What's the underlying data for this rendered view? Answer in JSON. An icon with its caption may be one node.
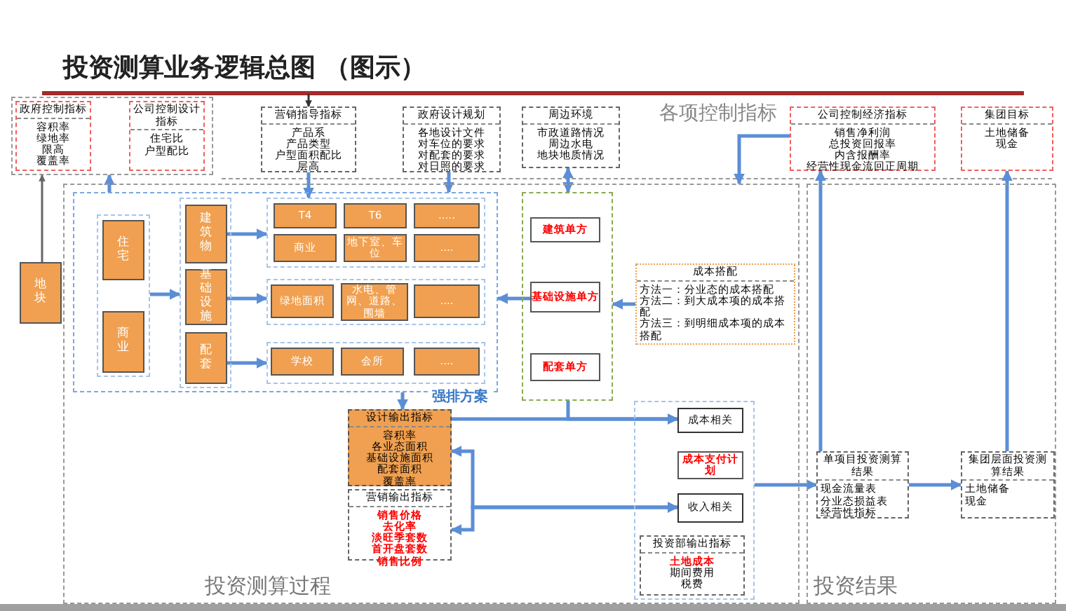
{
  "diagram": {
    "title": "投资测算业务逻辑总图 （图示）",
    "nodes": [
      {
        "text": [],
        "shape": "box"
      },
      {
        "text": [
          "政府控制指标",
          "容积率",
          "绿地率",
          "限高",
          "覆盖率"
        ],
        "in": 0
      },
      {
        "text": [
          "公司控制设计指标",
          "住宅比",
          "户型配比"
        ],
        "in": 0
      },
      {
        "text": [
          "营销指导指标",
          "产品系",
          "产品类型",
          "户型面积配比",
          "层高"
        ]
      },
      {
        "text": [
          "政府设计规划",
          "各地设计文件",
          "对车位的要求",
          "对配套的要求",
          "对日照的要求"
        ]
      },
      {
        "text": [
          "周边环境",
          "市政道路情况",
          "周边水电",
          "地块地质情况"
        ]
      },
      {
        "text": [
          "公司控制经济指标",
          "销售净利润",
          "总投资回报率",
          "内含报酬率",
          "经营性现金流回正周期"
        ]
      },
      {
        "text": [
          "集团目标",
          "土地储备",
          "现金"
        ]
      },
      {
        "text": [
          "投资测算过程"
        ]
      },
      {
        "text": [
          "地块"
        ]
      },
      {
        "text": [
          "强排方案"
        ],
        "in": 8
      },
      {
        "text": [],
        "shape": "box",
        "in": 10
      },
      {
        "text": [
          "住宅"
        ],
        "in": 11
      },
      {
        "text": [
          "商业"
        ],
        "in": 11
      },
      {
        "text": [],
        "shape": "box",
        "in": 10
      },
      {
        "text": [
          "建筑物"
        ],
        "in": 14
      },
      {
        "text": [
          "基础设施"
        ],
        "in": 14
      },
      {
        "text": [
          "配套"
        ],
        "in": 14
      },
      {
        "text": [],
        "shape": "box",
        "in": 10
      },
      {
        "text": [
          "T4"
        ],
        "in": 18
      },
      {
        "text": [
          "T6"
        ],
        "in": 18
      },
      {
        "text": [
          "....."
        ],
        "in": 18
      },
      {
        "text": [
          "商业"
        ],
        "in": 18
      },
      {
        "text": [
          "地下室、车位"
        ],
        "in": 18
      },
      {
        "text": [
          "...."
        ],
        "in": 18
      },
      {
        "text": [],
        "shape": "box",
        "in": 10
      },
      {
        "text": [
          "绿地面积"
        ],
        "in": 25
      },
      {
        "text": [
          "水电、管网、道路、围墙"
        ],
        "in": 25
      },
      {
        "text": [
          "...."
        ],
        "in": 25
      },
      {
        "text": [],
        "shape": "box",
        "in": 10
      },
      {
        "text": [
          "学校"
        ],
        "in": 29
      },
      {
        "text": [
          "会所"
        ],
        "in": 29
      },
      {
        "text": [
          "...."
        ],
        "in": 29
      },
      {
        "text": [],
        "shape": "box",
        "in": 8
      },
      {
        "text": [
          "建筑单方"
        ],
        "in": 33
      },
      {
        "text": [
          "基础设施单方"
        ],
        "in": 33
      },
      {
        "text": [
          "配套单方"
        ],
        "in": 33
      },
      {
        "text": [
          "成本搭配",
          "方法一：分业态的成本搭配",
          "方法二：到大成本项的成本搭配",
          "方法三：到明细成本项的成本搭配"
        ],
        "in": 8
      },
      {
        "text": [
          "设计输出指标",
          "容积率",
          "各业态面积",
          "基础设施面积",
          "配套面积",
          "覆盖率"
        ],
        "in": 8
      },
      {
        "text": [
          "营销输出指标",
          "销售价格",
          "去化率",
          "淡旺季套数",
          "首开盘套数",
          "销售比例"
        ],
        "in": 8
      },
      {
        "text": [],
        "shape": "box",
        "in": 8
      },
      {
        "text": [
          "成本相关"
        ],
        "in": 40
      },
      {
        "text": [
          "成本支付计划"
        ],
        "in": 40
      },
      {
        "text": [
          "收入相关"
        ],
        "in": 40
      },
      {
        "text": [
          "投资部输出指标",
          "土地成本",
          "期间费用",
          "税费"
        ],
        "in": 40
      },
      {
        "text": [
          "投资结果"
        ]
      },
      {
        "text": [
          "单项目投资测算结果",
          "现金流量表",
          "分业态损益表",
          "经营性指标"
        ],
        "in": 45
      },
      {
        "text": [
          "集团层面投资测算结果",
          "土地储备",
          "现金"
        ],
        "in": 45
      }
    ],
    "edges": [
      {
        "from": 9,
        "to": 0,
        "arrow": "to",
        "color": "#666666"
      },
      {
        "from": null,
        "to": 3,
        "arrow": "to",
        "color": "#333333"
      },
      {
        "from": 10,
        "to": 0,
        "arrow": "to"
      },
      {
        "from": 3,
        "to": 18,
        "arrow": "to"
      },
      {
        "from": 4,
        "to": 10,
        "arrow": "to"
      },
      {
        "from": 5,
        "to": 33,
        "arrow": "both"
      },
      {
        "from": 6,
        "to": 8,
        "arrow": "to"
      },
      {
        "from": 11,
        "to": 14,
        "arrow": "to"
      },
      {
        "from": 15,
        "to": 18,
        "arrow": "to"
      },
      {
        "from": 16,
        "to": 25,
        "arrow": "to"
      },
      {
        "from": 17,
        "to": 29,
        "arrow": "to"
      },
      {
        "from": 35,
        "to": 10,
        "arrow": "to"
      },
      {
        "from": 37,
        "to": 33,
        "arrow": "to"
      },
      {
        "from": 10,
        "to": 38,
        "arrow": "to"
      },
      {
        "from": 38,
        "to": 41,
        "arrow": "to"
      },
      {
        "from": 33,
        "to": 41,
        "arrow": "to"
      },
      {
        "from": 38,
        "to": 43,
        "arrow": "both"
      },
      {
        "from": 39,
        "to": 43,
        "arrow": "both"
      },
      {
        "from": 40,
        "to": 46,
        "arrow": "to"
      },
      {
        "from": 46,
        "to": 47,
        "arrow": "to"
      },
      {
        "from": 46,
        "to": 6,
        "arrow": "to"
      },
      {
        "from": 47,
        "to": 7,
        "arrow": "to"
      }
    ],
    "labels": [
      "各项控制指标"
    ]
  }
}
